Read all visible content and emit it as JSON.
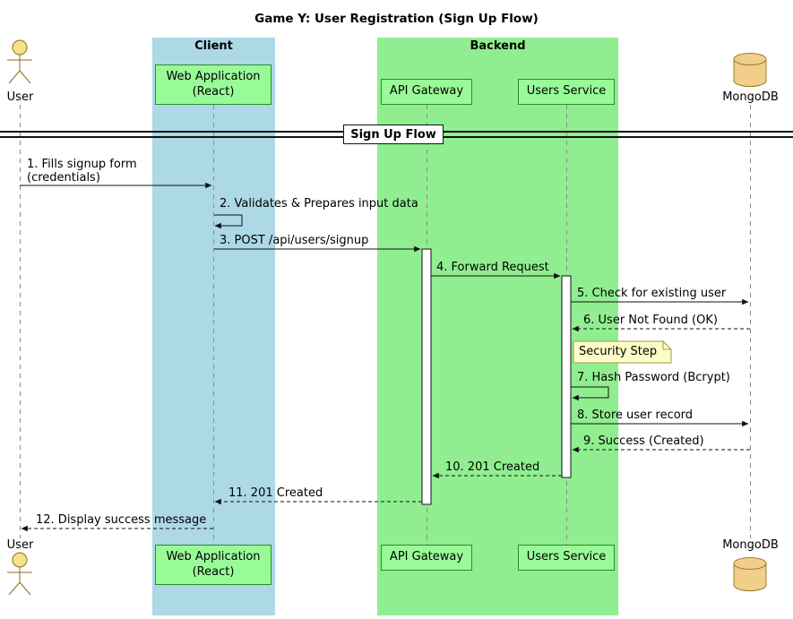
{
  "title": "Game Y: User Registration (Sign Up Flow)",
  "containers": {
    "client": "Client",
    "backend": "Backend"
  },
  "participants": {
    "user": "User",
    "web_app": "Web Application\n(React)",
    "api_gateway": "API Gateway",
    "users_service": "Users Service",
    "mongodb": "MongoDB"
  },
  "divider": "Sign Up Flow",
  "note": "Security Step",
  "messages": [
    "1. Fills signup form\n(credentials)",
    "2. Validates & Prepares input data",
    "3. POST /api/users/signup",
    "4. Forward Request",
    "5. Check for existing user",
    "6. User Not Found (OK)",
    "7. Hash Password (Bcrypt)",
    "8. Store user record",
    "9. Success (Created)",
    "10. 201 Created",
    "11. 201 Created",
    "12. Display success message"
  ],
  "icons": {
    "user": "actor-stick-figure",
    "mongodb": "database-cylinder"
  },
  "colors": {
    "client_container": "#ADD8E6",
    "backend_container": "#90EE90",
    "participant_fill": "#98FB98",
    "participant_border": "#2B8C2B",
    "actor_head": "#F8E187",
    "database_fill": "#F2CE8B",
    "note_fill": "#FDFDC8",
    "note_border": "#9A9A4A",
    "lifeline": "#8A8A8A",
    "arrow": "#111111"
  }
}
